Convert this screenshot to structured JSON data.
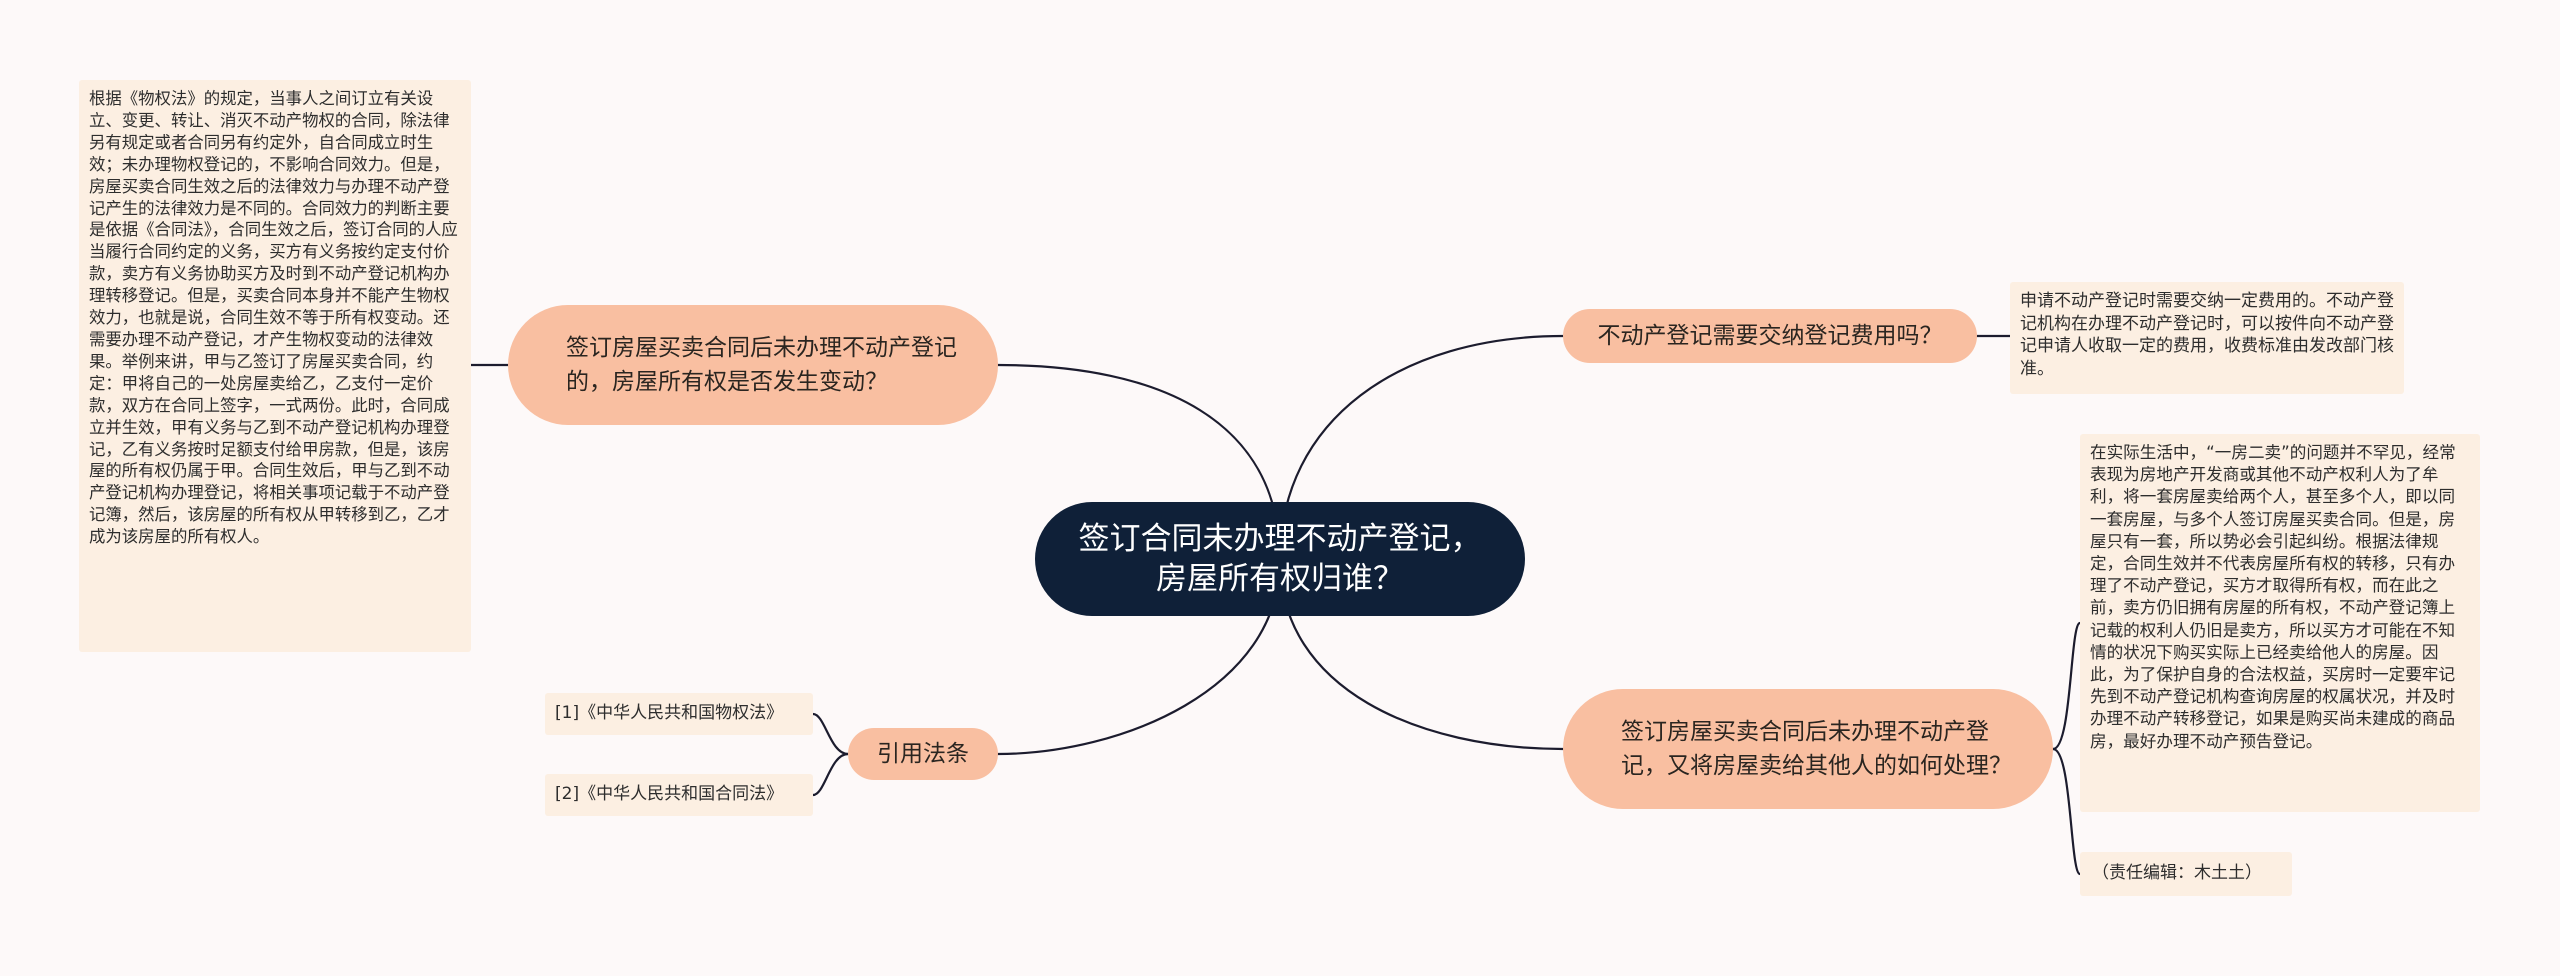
{
  "root": {
    "label": "签订合同未办理不动产登记，房屋所有权归谁？"
  },
  "branches": [
    {
      "label": "签订房屋买卖合同后未办理不动产登记的，房屋所有权是否发生变动？",
      "children": [
        "根据《物权法》的规定，当事人之间订立有关设立、变更、转让、消灭不动产物权的合同，除法律另有规定或者合同另有约定外，自合同成立时生效；未办理物权登记的，不影响合同效力。但是，房屋买卖合同生效之后的法律效力与办理不动产登记产生的法律效力是不同的。合同效力的判断主要是依据《合同法》，合同生效之后，签订合同的人应当履行合同约定的义务，买方有义务按约定支付价款，卖方有义务协助买方及时到不动产登记机构办理转移登记。但是，买卖合同本身并不能产生物权效力，也就是说，合同生效不等于所有权变动。还需要办理不动产登记，才产生物权变动的法律效果。举例来讲，甲与乙签订了房屋买卖合同，约定：甲将自己的一处房屋卖给乙，乙支付一定价款，双方在合同上签字，一式两份。此时，合同成立并生效，甲有义务与乙到不动产登记机构办理登记，乙有义务按时足额支付给甲房款，但是，该房屋的所有权仍属于甲。合同生效后，甲与乙到不动产登记机构办理登记，将相关事项记载于不动产登记簿，然后，该房屋的所有权从甲转移到乙，乙才成为该房屋的所有权人。"
      ]
    },
    {
      "label": "引用法条",
      "children": [
        "[1]《中华人民共和国物权法》",
        "[2]《中华人民共和国合同法》"
      ]
    },
    {
      "label": "不动产登记需要交纳登记费用吗？",
      "children": [
        "申请不动产登记时需要交纳一定费用的。不动产登记机构在办理不动产登记时，可以按件向不动产登记申请人收取一定的费用，收费标准由发改部门核准。"
      ]
    },
    {
      "label": "签订房屋买卖合同后未办理不动产登记，又将房屋卖给其他人的如何处理？",
      "children": [
        "在实际生活中，“一房二卖”的问题并不罕见，经常表现为房地产开发商或其他不动产权利人为了牟利，将一套房屋卖给两个人，甚至多个人，即以同一套房屋，与多个人签订房屋买卖合同。但是，房屋只有一套，所以势必会引起纠纷。根据法律规定，合同生效并不代表房屋所有权的转移，只有办理了不动产登记，买方才取得所有权，而在此之前，卖方仍旧拥有房屋的所有权，不动产登记簿上记载的权利人仍旧是卖方，所以买方才可能在不知情的状况下购买实际上已经卖给他人的房屋。因此，为了保护自身的合法权益，买房时一定要牢记先到不动产登记机构查询房屋的权属状况，并及时办理不动产转移登记，如果是购买尚未建成的商品房，最好办理不动产预告登记。",
        "（责任编辑：木土土）"
      ]
    }
  ],
  "colors": {
    "background": "#fdf9f9",
    "root_fill": "#0f2038",
    "root_text": "#ffffff",
    "branch_fill": "#f9bfa1",
    "leaf_fill": "#fcefe2",
    "connector": "#1c1c2e"
  }
}
